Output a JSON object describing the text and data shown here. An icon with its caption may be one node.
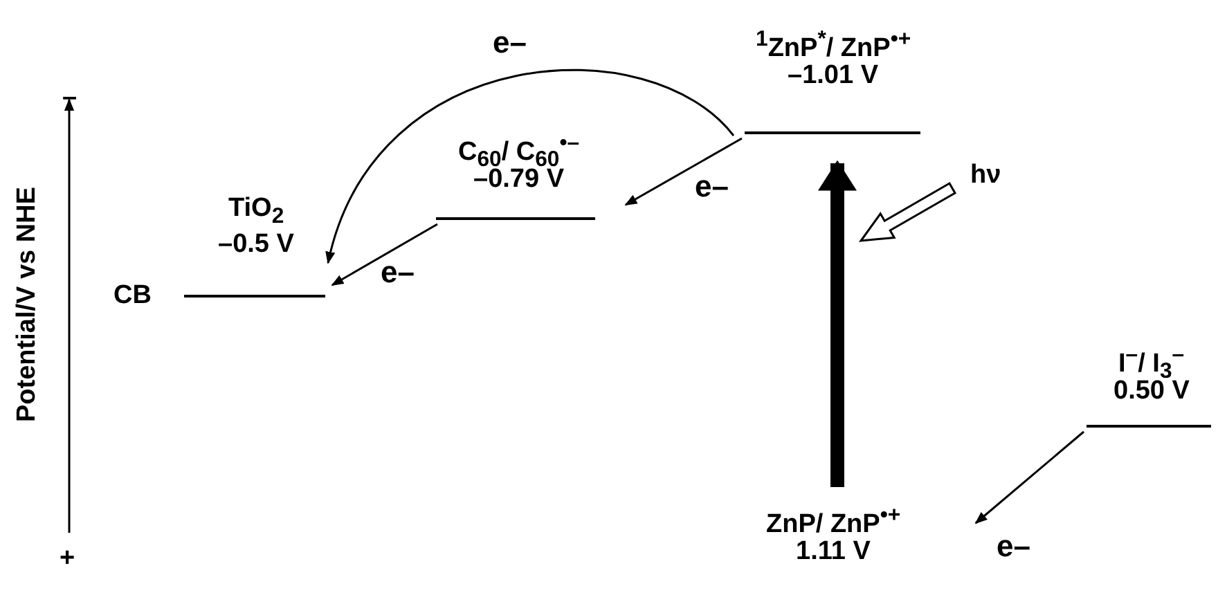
{
  "diagram": {
    "nodes": [
      {
        "text": [
          "TiO$_{2}$",
          "–0.5 V"
        ],
        "beside": [
          "CB"
        ]
      },
      {
        "text": [
          "C$_{60}$/ C$_{60}$$^{•–}$",
          "–0.79 V"
        ]
      },
      {
        "text": [
          "$^{1}$ZnP$^{*}$/ ZnP$^{•+}$",
          "–1.01 V"
        ]
      },
      {
        "text": [
          "ZnP/ ZnP$^{•+}$",
          "1.11 V"
        ]
      },
      {
        "text": [
          "I$^{–}$/ I$_{3}$$^{–}$",
          "0.50 V"
        ]
      },
      {
        "text": [
          "hν"
        ]
      }
    ],
    "edges": [
      {
        "from": 2,
        "to": 0,
        "arrow": "to",
        "label": "e–"
      },
      {
        "from": 2,
        "to": 1,
        "arrow": "to",
        "label": "e–"
      },
      {
        "from": 1,
        "to": 0,
        "arrow": "to",
        "label": "e–"
      },
      {
        "from": 3,
        "to": 2,
        "arrow": "to",
        "style": "thick"
      },
      {
        "from": 5,
        "to": null,
        "arrow": "to",
        "style": "thick"
      },
      {
        "from": 4,
        "to": null,
        "arrow": "to",
        "label": "e–"
      }
    ],
    "labels": [
      "–",
      "Potential/V vs NHE",
      "+"
    ]
  }
}
